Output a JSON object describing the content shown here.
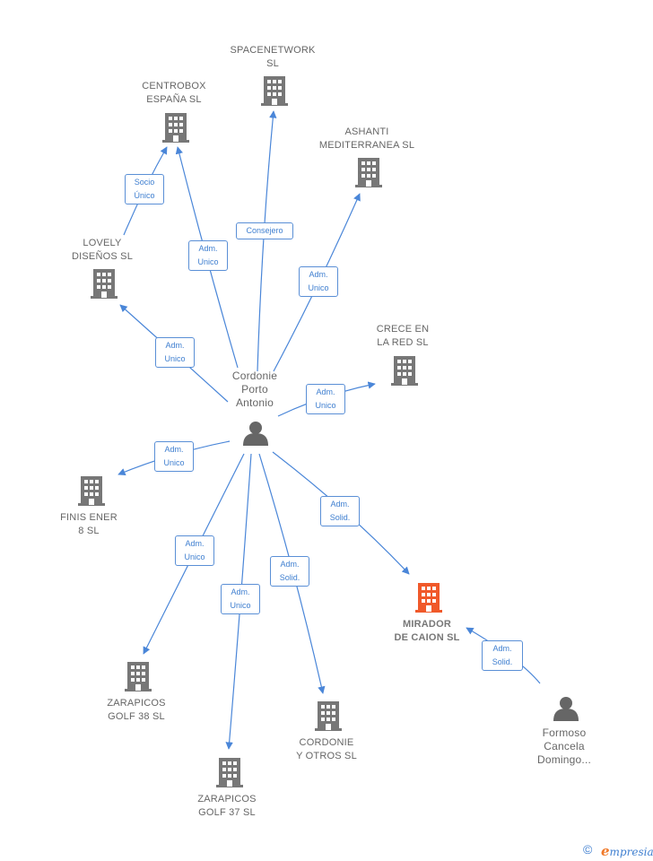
{
  "colors": {
    "edge": "#4a86d8",
    "company": "#777777",
    "target": "#f0592a",
    "person": "#666666"
  },
  "center": {
    "label": "Cordonie\nPorto\nAntonio",
    "icon": "person-icon"
  },
  "companies": [
    {
      "id": "spacenetwork",
      "label": "SPACENETWORK\nSL"
    },
    {
      "id": "centrobox",
      "label": "CENTROBOX\nESPAÑA  SL"
    },
    {
      "id": "ashanti",
      "label": "ASHANTI\nMEDITERRANEA SL"
    },
    {
      "id": "lovely",
      "label": "LOVELY\nDISEÑOS SL"
    },
    {
      "id": "crece",
      "label": "CRECE EN\nLA RED  SL"
    },
    {
      "id": "finis",
      "label": "FINIS ENER\n8  SL"
    },
    {
      "id": "mirador",
      "label": "MIRADOR\nDE CAION  SL",
      "highlight": true
    },
    {
      "id": "zarapicos38",
      "label": "ZARAPICOS\nGOLF 38  SL"
    },
    {
      "id": "cordonie_otros",
      "label": "CORDONIE\nY OTROS SL"
    },
    {
      "id": "zarapicos37",
      "label": "ZARAPICOS\nGOLF 37  SL"
    }
  ],
  "persons": [
    {
      "id": "formoso",
      "label": "Formoso\nCancela\nDomingo..."
    }
  ],
  "edges": [
    {
      "id": "e-spacenetwork",
      "label": "Consejero"
    },
    {
      "id": "e-centrobox",
      "label": "Adm.\nUnico"
    },
    {
      "id": "e-lovely-centrobox",
      "label": "Socio\nÚnico"
    },
    {
      "id": "e-ashanti",
      "label": "Adm.\nUnico"
    },
    {
      "id": "e-lovely",
      "label": "Adm.\nUnico"
    },
    {
      "id": "e-crece",
      "label": "Adm.\nUnico"
    },
    {
      "id": "e-finis",
      "label": "Adm.\nUnico"
    },
    {
      "id": "e-mirador",
      "label": "Adm.\nSolid."
    },
    {
      "id": "e-zarapicos38",
      "label": "Adm.\nUnico"
    },
    {
      "id": "e-cordonie-otros",
      "label": "Adm.\nSolid."
    },
    {
      "id": "e-zarapicos37",
      "label": "Adm.\nUnico"
    },
    {
      "id": "e-formoso-mirador",
      "label": "Adm.\nSolid."
    }
  ],
  "footer": {
    "copyright": "©",
    "brand_initial": "e",
    "brand_rest": "mpresia"
  }
}
